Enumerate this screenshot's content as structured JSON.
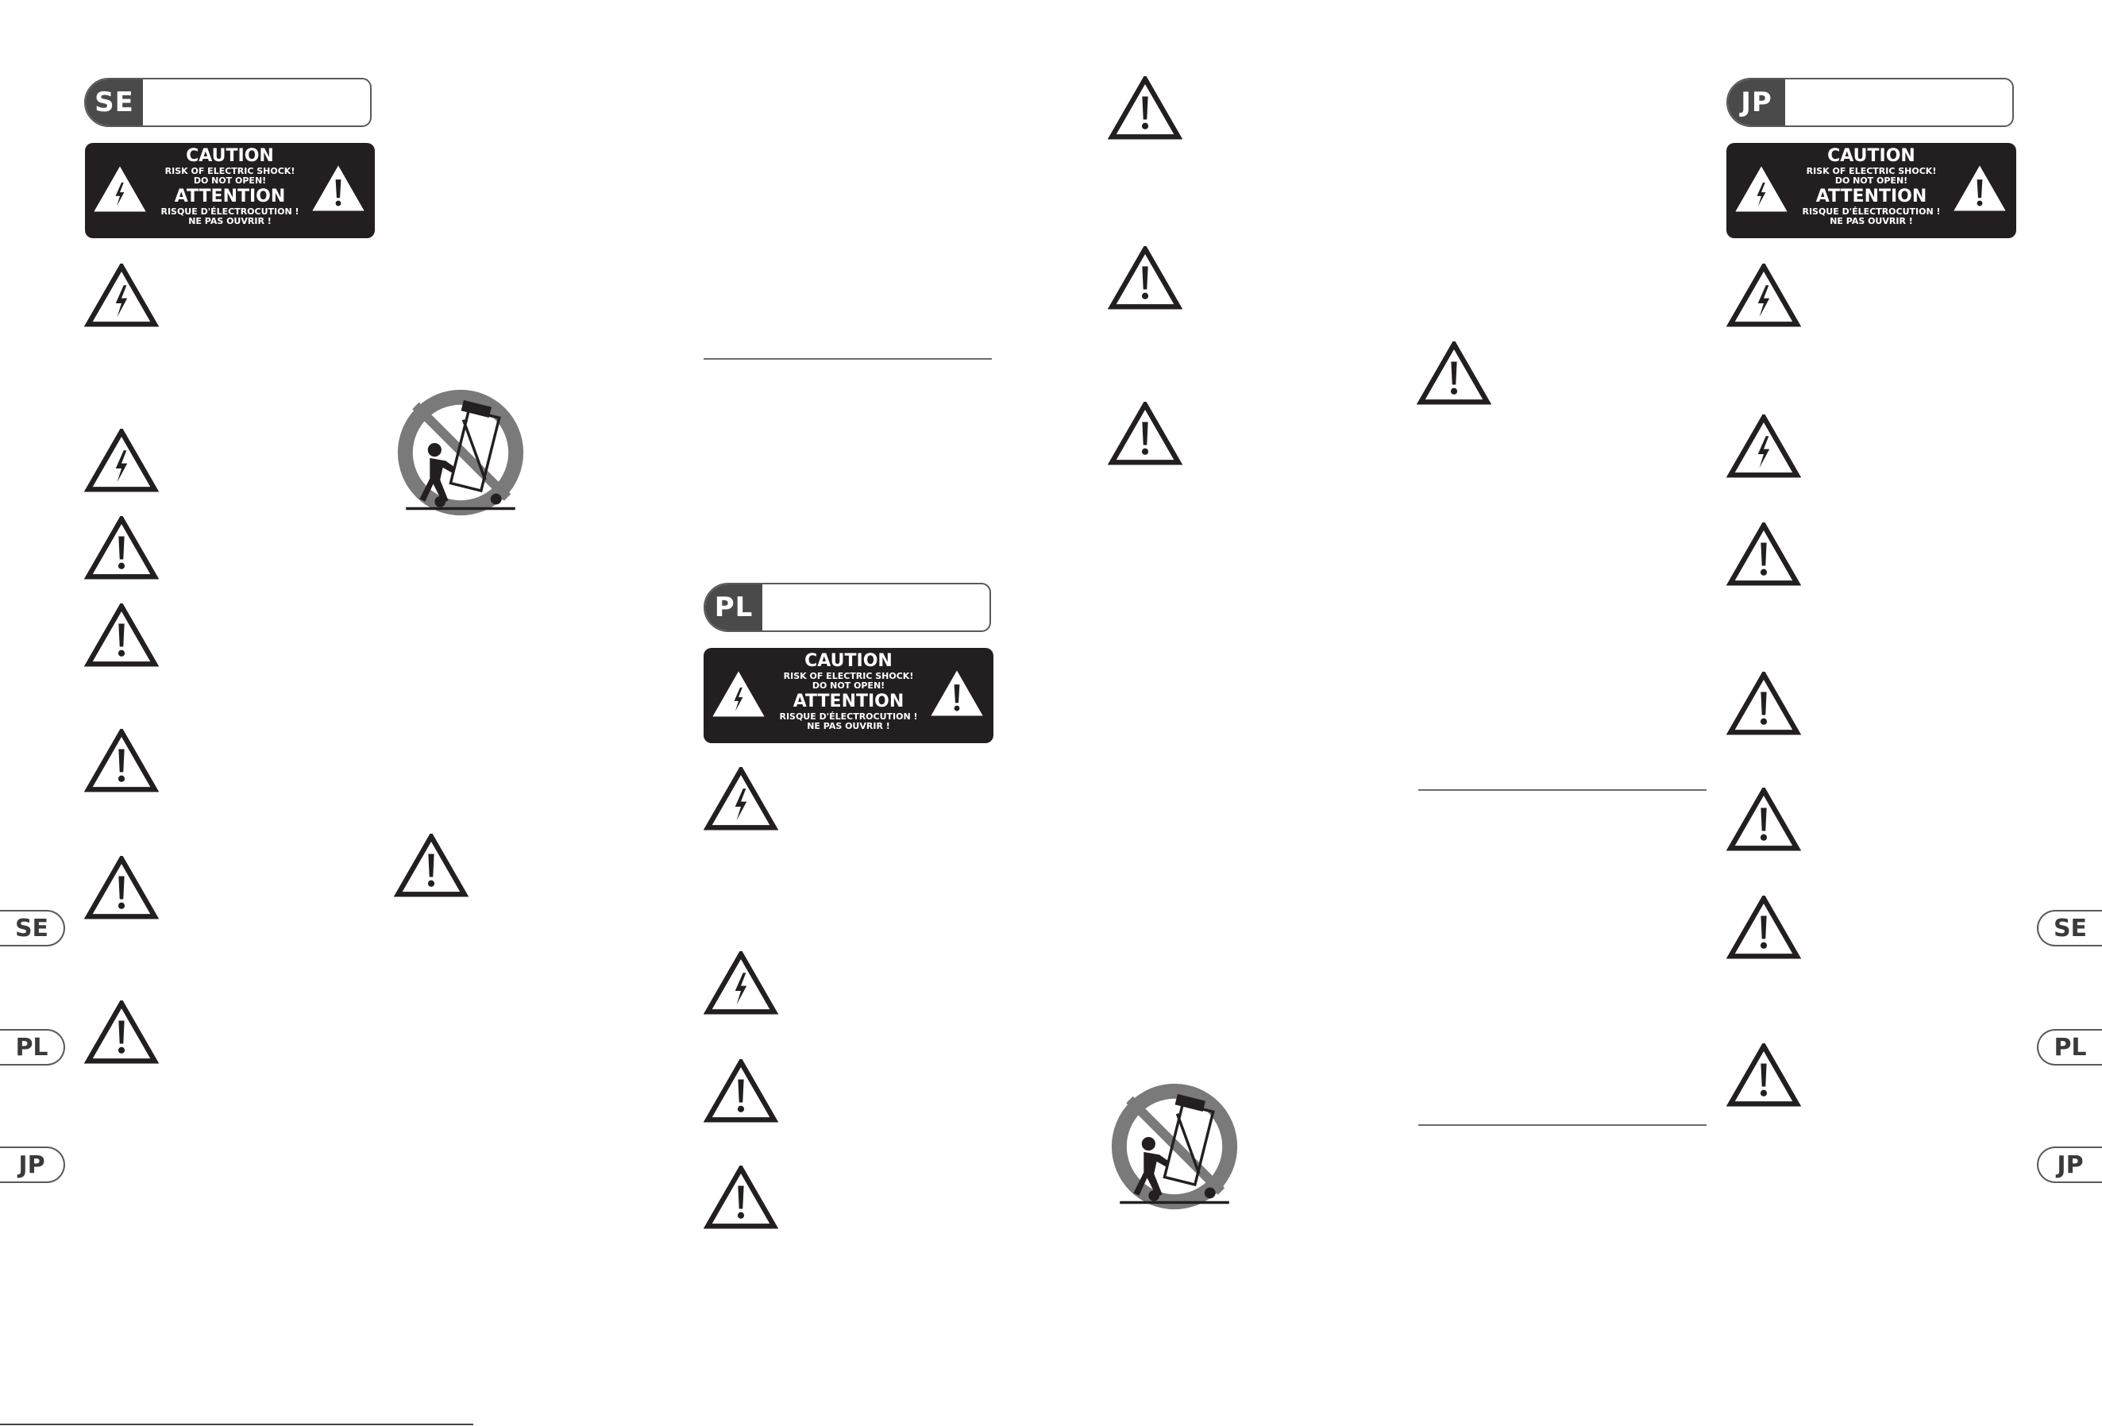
{
  "sections": {
    "se": {
      "code": "SE"
    },
    "pl": {
      "code": "PL"
    },
    "jp": {
      "code": "JP"
    }
  },
  "caution_label": {
    "line1": "CAUTION",
    "line2": "RISK OF ELECTRIC SHOCK!",
    "line3": "DO NOT OPEN!",
    "line4": "ATTENTION",
    "line5": "RISQUE D'ÉLECTROCUTION !",
    "line6": "NE PAS OUVRIR !"
  },
  "side_tabs": {
    "left": [
      "SE",
      "PL",
      "JP"
    ],
    "right": [
      "SE",
      "PL",
      "JP"
    ]
  },
  "icons": {
    "shock": "electric-shock-warning-icon",
    "exclamation": "exclamation-warning-icon",
    "cart": "no-cart-tip-over-icon"
  },
  "colors": {
    "label_bg": "#231f20",
    "tab_gray": "#4a4a4a",
    "cart_gray": "#7a7a7a"
  }
}
